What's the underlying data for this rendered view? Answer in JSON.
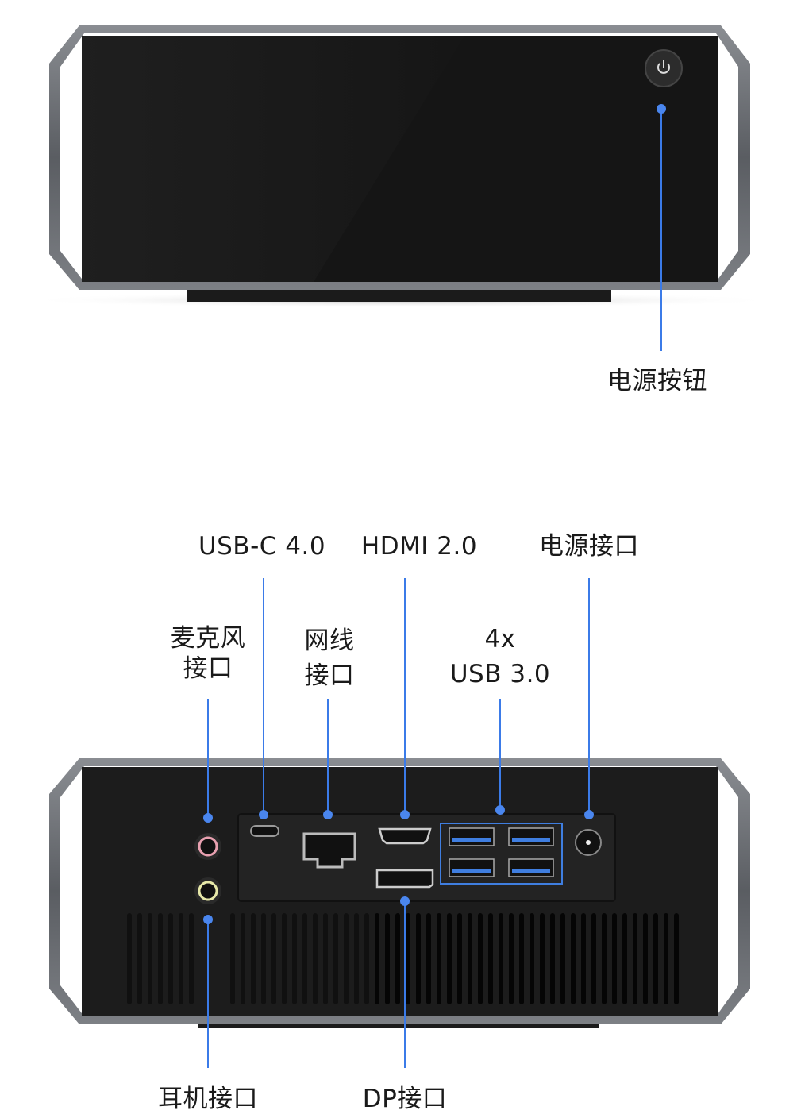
{
  "front_view": {
    "callouts": [
      {
        "id": "power-button",
        "label": "电源按钮"
      }
    ]
  },
  "rear_view": {
    "top_callouts": [
      {
        "id": "usb-c",
        "label": "USB-C 4.0"
      },
      {
        "id": "hdmi",
        "label": "HDMI 2.0"
      },
      {
        "id": "power-jack",
        "label": "电源接口"
      }
    ],
    "mid_callouts": [
      {
        "id": "mic",
        "line1": "麦克风",
        "line2": "接口"
      },
      {
        "id": "ethernet",
        "line1": "网线",
        "line2": "接口"
      },
      {
        "id": "usb3",
        "line1": "4x",
        "line2": "USB 3.0"
      }
    ],
    "bottom_callouts": [
      {
        "id": "headphone",
        "label": "耳机接口"
      },
      {
        "id": "dp",
        "label": "DP接口"
      }
    ]
  },
  "colors": {
    "callout_blue": "#3b7be8",
    "mic_pink": "#e8a0b0",
    "headphone_yellow": "#e6e8a8",
    "usb_blue": "#3f7ee0"
  }
}
